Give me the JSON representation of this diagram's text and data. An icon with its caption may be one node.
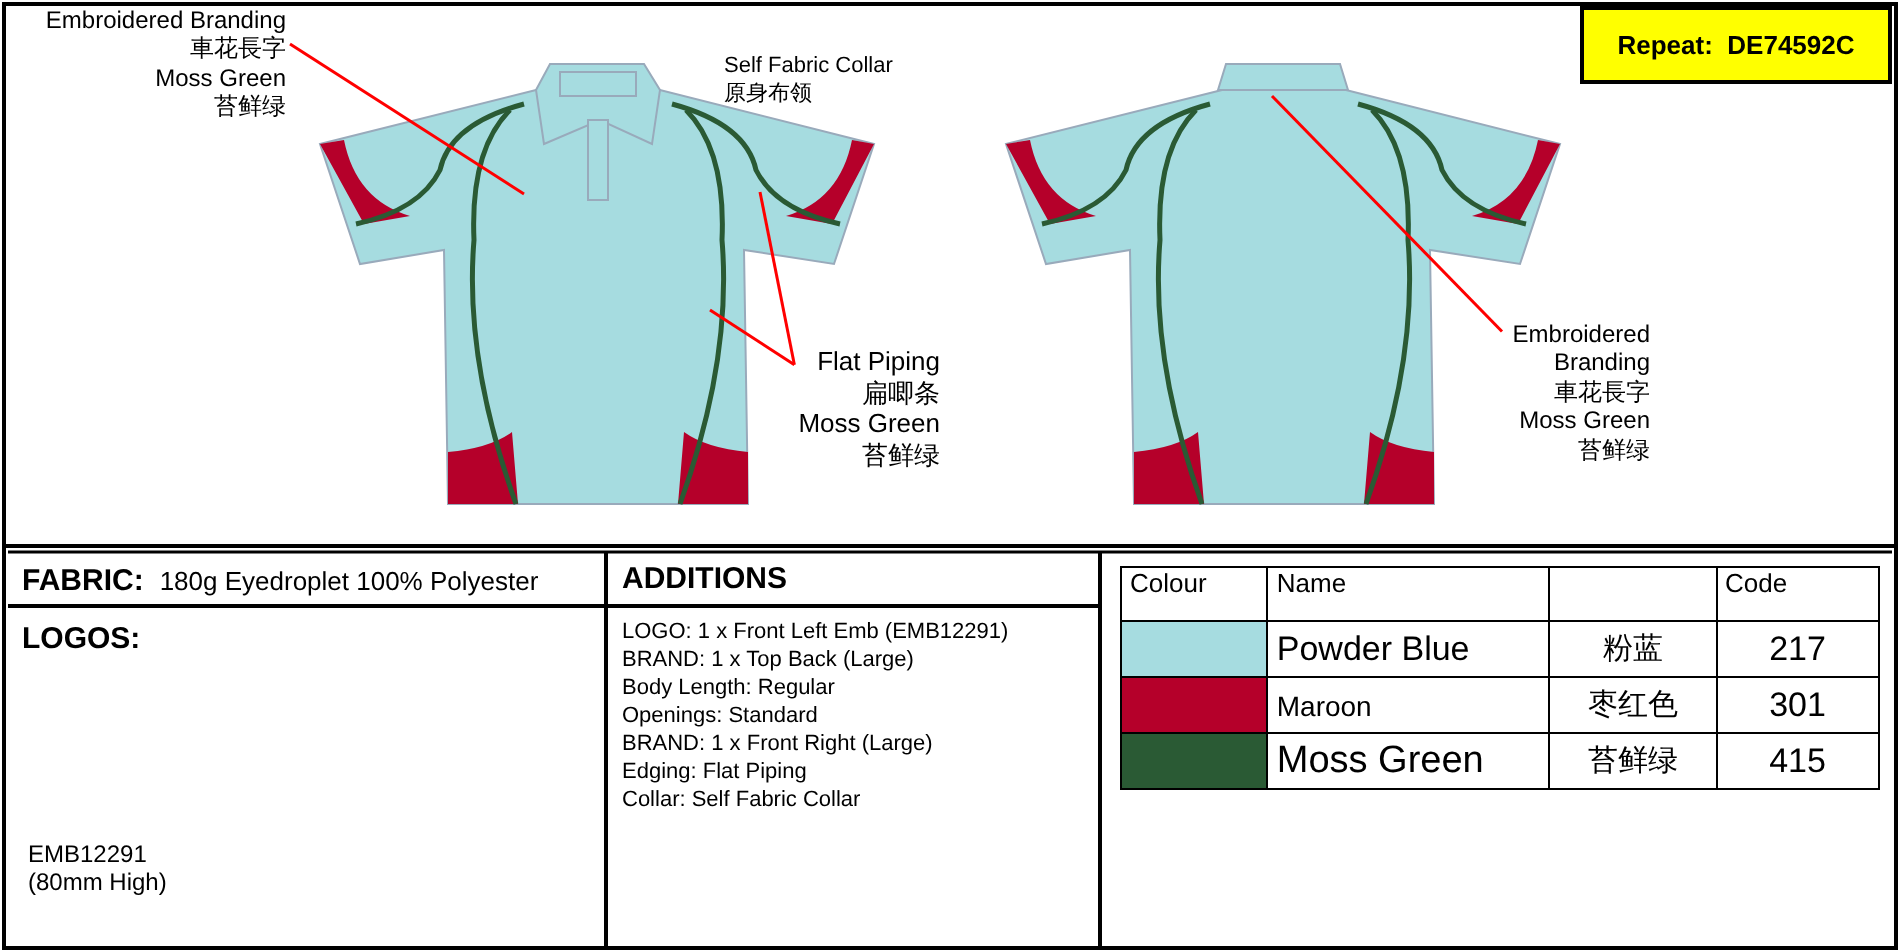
{
  "diagram": {
    "nodes": [
      {
        "text": [
          "Embroidered Branding",
          "車花長字",
          "Moss Green",
          "苔鲜绿"
        ]
      },
      {
        "text": [
          "Flat Piping",
          "扁唧条",
          "Moss Green",
          "苔鲜绿"
        ]
      },
      {
        "text": [
          "Embroidered Branding",
          "車花長字",
          "Moss Green",
          "苔鲜绿"
        ]
      },
      {
        "text": [
          "Repeat:  DE74592C"
        ]
      },
      {
        "text": [
          "FABRIC:",
          "180g Eyedroplet 100% Polyester"
        ]
      },
      {
        "text": [
          "LOGOS:",
          "EMB12291 (80mm High)"
        ]
      },
      {
        "text": [
          "ADDITIONS",
          "LOGO: 1 x Front Left Emb (EMB12291)",
          "BRAND: 1 x Top Back (Large)",
          "Body Length: Regular",
          "Openings: Standard",
          "BRAND: 1 x Front Right (Large)",
          "Edging: Flat Piping",
          "Collar: Self Fabric Collar"
        ]
      },
      {
        "text": [],
        "shape": "picture"
      },
      {
        "text": [],
        "shape": "picture"
      }
    ],
    "edges": [
      {
        "from": 0,
        "to": 7,
        "arrow": "none",
        "color": "#ff0000"
      },
      {
        "from": 1,
        "to": 7,
        "arrow": "none",
        "color": "#ff0000"
      },
      {
        "from": 1,
        "to": 7,
        "arrow": "none",
        "color": "#ff0000"
      },
      {
        "from": 2,
        "to": 8,
        "arrow": "none",
        "color": "#ff0000"
      }
    ],
    "labels": [
      "Self Fabric Collar",
      "原身布领",
      "Colour",
      "Name",
      "Code",
      "粉蓝",
      "217",
      "枣红色",
      "301",
      "苔鲜绿",
      "415"
    ],
    "legend": [
      {
        "text": "Powder Blue",
        "color": "#a6dce0"
      },
      {
        "text": "Maroon",
        "color": "#b5002a"
      },
      {
        "text": "Moss Green",
        "color": "#2a5a34"
      }
    ]
  }
}
